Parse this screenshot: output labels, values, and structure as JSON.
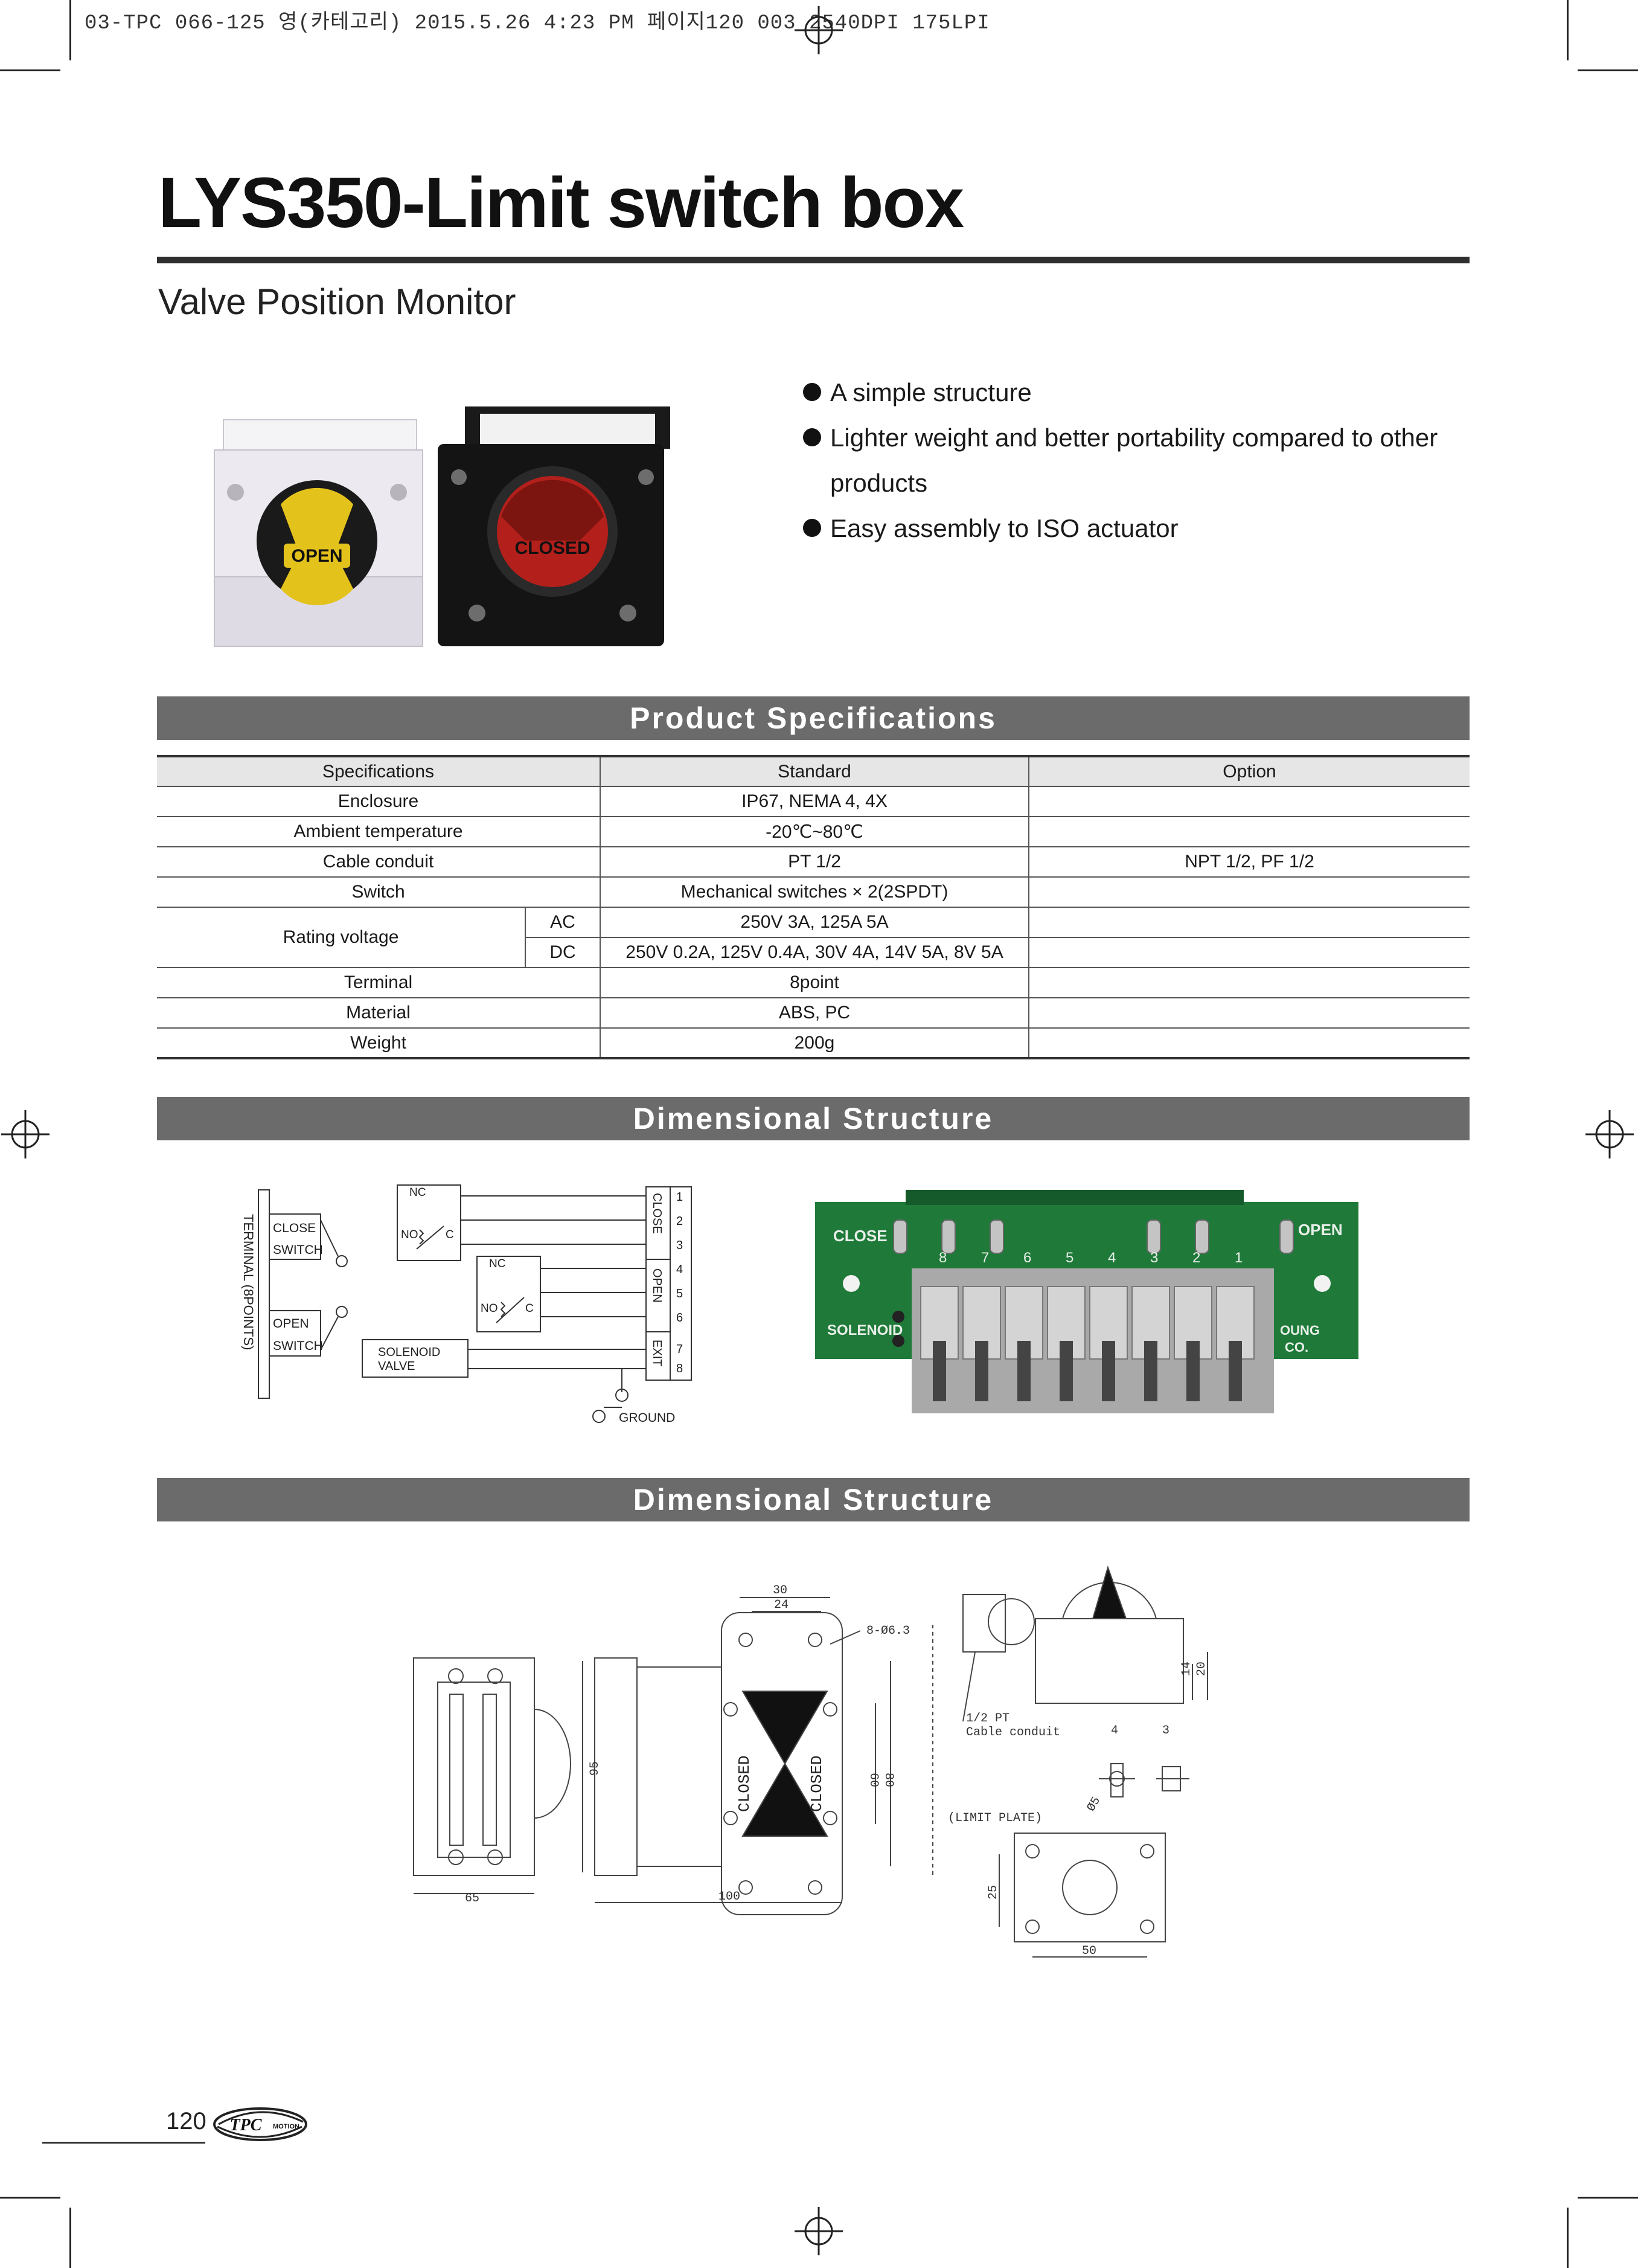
{
  "print_header": "03-TPC 066-125 영(카테고리)  2015.5.26 4:23 PM  페이지120   003  2540DPI 175LPI",
  "title": "LYS350-Limit switch box",
  "subtitle": "Valve Position Monitor",
  "product_photo": {
    "left_unit_label": "OPEN",
    "right_unit_label": "CLOSED",
    "colors": {
      "left_body": "#ece9f0",
      "left_dome": "#e4c21c",
      "right_body": "#141414",
      "right_dome": "#b3201c"
    }
  },
  "features": [
    "A simple structure",
    "Lighter weight and better portability compared to other products",
    "Easy assembly to ISO actuator"
  ],
  "sections": {
    "specs": "Product Specifications",
    "wiring": "Dimensional Structure",
    "dimensions": "Dimensional Structure"
  },
  "spec_table": {
    "headers": [
      "Specifications",
      "Standard",
      "Option"
    ],
    "rows": [
      {
        "spec": "Enclosure",
        "standard": "IP67, NEMA 4, 4X",
        "option": ""
      },
      {
        "spec": "Ambient temperature",
        "standard": "-20℃~80℃",
        "option": ""
      },
      {
        "spec": "Cable conduit",
        "standard": "PT 1/2",
        "option": "NPT 1/2, PF 1/2"
      },
      {
        "spec": "Switch",
        "standard": "Mechanical switches × 2(2SPDT)",
        "option": ""
      },
      {
        "spec": "Rating voltage",
        "sub": [
          {
            "type": "AC",
            "standard": "250V 3A, 125A 5A",
            "option": ""
          },
          {
            "type": "DC",
            "standard": "250V 0.2A, 125V 0.4A, 30V 4A, 14V 5A, 8V 5A",
            "option": ""
          }
        ]
      },
      {
        "spec": "Terminal",
        "standard": "8point",
        "option": ""
      },
      {
        "spec": "Material",
        "standard": "ABS, PC",
        "option": ""
      },
      {
        "spec": "Weight",
        "standard": "200g",
        "option": ""
      }
    ]
  },
  "wiring_diagram": {
    "terminal_label": "TERMINAL (8POINTS)",
    "close_switch": [
      "CLOSE",
      "SWITCH"
    ],
    "open_switch": [
      "OPEN",
      "SWITCH"
    ],
    "solenoid": [
      "SOLENOID",
      "VALVE"
    ],
    "nc": "NC",
    "no": "NO",
    "c": "C",
    "groups": [
      "CLOSE",
      "OPEN",
      "EXIT"
    ],
    "pins": [
      "1",
      "2",
      "3",
      "4",
      "5",
      "6",
      "7",
      "8"
    ],
    "ground": "GROUND"
  },
  "pcb": {
    "close": "CLOSE",
    "open": "OPEN",
    "solenoid": "SOLENOID",
    "maker": [
      "OUNG",
      "CO."
    ],
    "pins": [
      "8",
      "7",
      "6",
      "5",
      "4",
      "3",
      "2",
      "1"
    ],
    "colors": {
      "board": "#1f7a3a",
      "terminal": "#b9b9b9"
    }
  },
  "drawing": {
    "dim_65": "65",
    "dim_100": "100",
    "dim_95": "95",
    "dim_30": "30",
    "dim_24": "24",
    "hole_spec": "8-Ø6.3",
    "dim_60": "60",
    "dim_80": "80",
    "closed": "CLOSED",
    "dim_14": "14",
    "dim_20": "20",
    "conduit": [
      "1/2 PT",
      "Cable conduit"
    ],
    "dim_4": "4",
    "dim_3": "3",
    "dim_phi5": "Ø5",
    "limit_plate": "(LIMIT PLATE)",
    "dim_25": "25",
    "dim_50": "50"
  },
  "footer": {
    "page_number": "120",
    "logo_text": "TPC",
    "logo_sub": "MOTION"
  }
}
